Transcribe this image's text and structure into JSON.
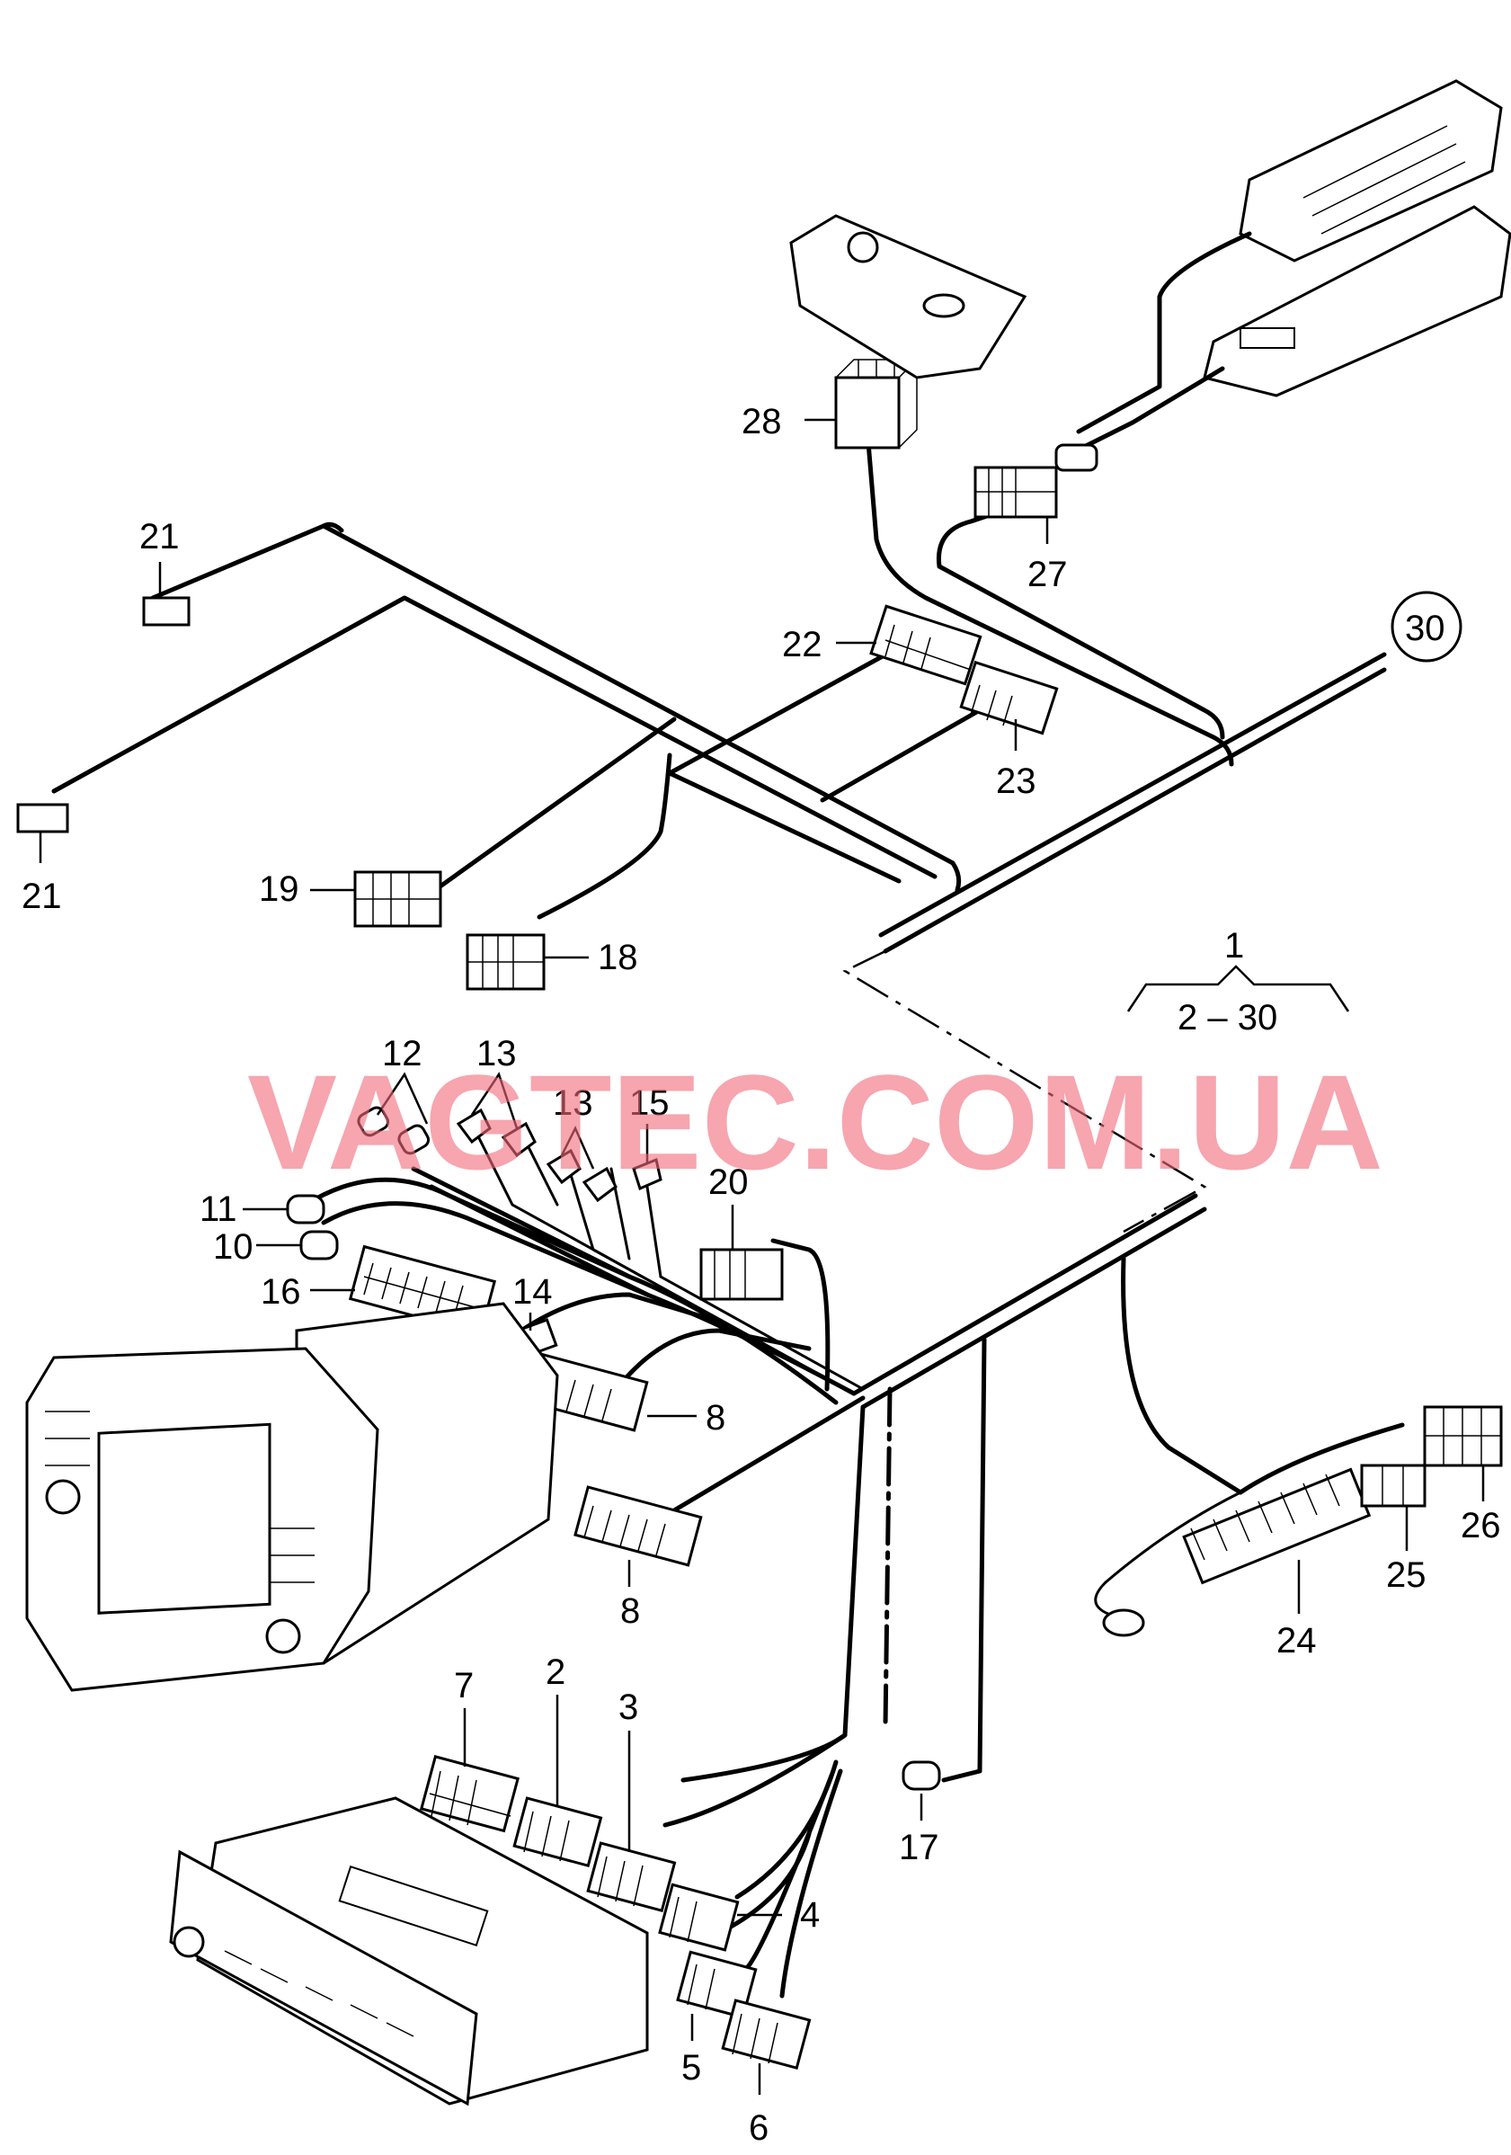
{
  "watermark": "VAGTEC.COM.UA",
  "group": {
    "label": "1",
    "range": "2 – 30"
  },
  "callouts": {
    "c2": "2",
    "c3": "3",
    "c4": "4",
    "c5": "5",
    "c6": "6",
    "c7": "7",
    "c8a": "8",
    "c8b": "8",
    "c10": "10",
    "c11": "11",
    "c12": "12",
    "c13a": "13",
    "c13b": "13",
    "c14": "14",
    "c15": "15",
    "c16": "16",
    "c17": "17",
    "c18": "18",
    "c19": "19",
    "c20": "20",
    "c21a": "21",
    "c21b": "21",
    "c22": "22",
    "c23": "23",
    "c24": "24",
    "c25": "25",
    "c26": "26",
    "c27": "27",
    "c28": "28",
    "c30": "30"
  }
}
